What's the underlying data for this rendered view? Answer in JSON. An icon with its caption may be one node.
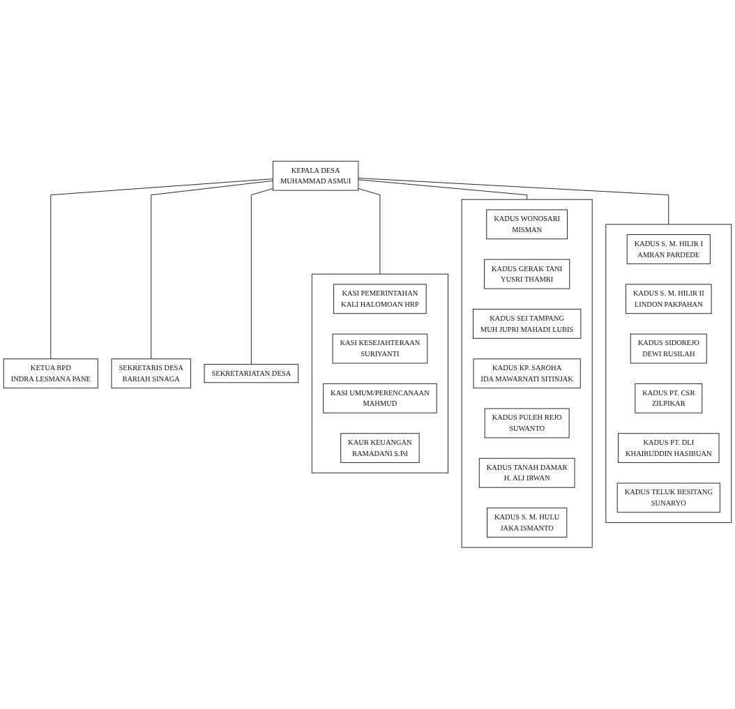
{
  "diagram": {
    "nodes": [
      {
        "text": [
          "KEPALA DESA",
          "MUHAMMAD ASMUI"
        ]
      },
      {
        "text": [
          "KETUA BPD",
          "INDRA LESMANA PANE"
        ]
      },
      {
        "text": [
          "SEKRETARIS DESA",
          "BARIAH SINAGA"
        ]
      },
      {
        "text": [
          "SEKRETARIATAN DESA"
        ]
      },
      {
        "text": [],
        "shape": "box"
      },
      {
        "text": [
          "KASI PEMERINTAHAN",
          "KALI HALOMOAN HRP"
        ],
        "in": 4
      },
      {
        "text": [
          "KASI KESEJAHTERAAN",
          "SURIYANTI"
        ],
        "in": 4
      },
      {
        "text": [
          "KASI UMUM/PERENCANAAN",
          "MAHMUD"
        ],
        "in": 4
      },
      {
        "text": [
          "KAUR KEUANGAN",
          "RAMADANI S.Pd"
        ],
        "in": 4
      },
      {
        "text": [],
        "shape": "box"
      },
      {
        "text": [
          "KADUS WONOSARI",
          "MISMAN"
        ],
        "in": 9
      },
      {
        "text": [
          "KADUS GERAK TANI",
          "YUSRI THAMRI"
        ],
        "in": 9
      },
      {
        "text": [
          "KADUS SEI TAMPANG",
          "MUH JUPRI MAHADI LUBIS"
        ],
        "in": 9
      },
      {
        "text": [
          "KADUS KP. SAROHA",
          "IDA MAWARNATI SITINJAK"
        ],
        "in": 9
      },
      {
        "text": [
          "KADUS PULEH REJO",
          "SUWANTO"
        ],
        "in": 9
      },
      {
        "text": [
          "KADUS TANAH DAMAR",
          "H. ALI IRWAN"
        ],
        "in": 9
      },
      {
        "text": [
          "KADUS S. M. HULU",
          "JAKA ISMANTO"
        ],
        "in": 9
      },
      {
        "text": [],
        "shape": "box"
      },
      {
        "text": [
          "KADUS S. M. HILIR I",
          "AMRAN PARDEDE"
        ],
        "in": 17
      },
      {
        "text": [
          "KADUS S. M. HILIR II",
          "LINDON PAKPAHAN"
        ],
        "in": 17
      },
      {
        "text": [
          "KADUS SIDOREJO",
          "DEWI RUSILAH"
        ],
        "in": 17
      },
      {
        "text": [
          "KADUS PT. CSR",
          "ZILPIKAR"
        ],
        "in": 17
      },
      {
        "text": [
          "KADUS PT. DLI",
          "KHAIRUDDIN HASIBUAN"
        ],
        "in": 17
      },
      {
        "text": [
          "KADUS TELUK BESITANG",
          "SUNARYO"
        ],
        "in": 17
      }
    ],
    "edges": [
      {
        "from": 0,
        "to": 1,
        "arrow": "none"
      },
      {
        "from": 0,
        "to": 2,
        "arrow": "none"
      },
      {
        "from": 0,
        "to": 3,
        "arrow": "none"
      },
      {
        "from": 0,
        "to": 4,
        "arrow": "none"
      },
      {
        "from": 0,
        "to": 9,
        "arrow": "none"
      },
      {
        "from": 0,
        "to": 17,
        "arrow": "none"
      }
    ]
  }
}
